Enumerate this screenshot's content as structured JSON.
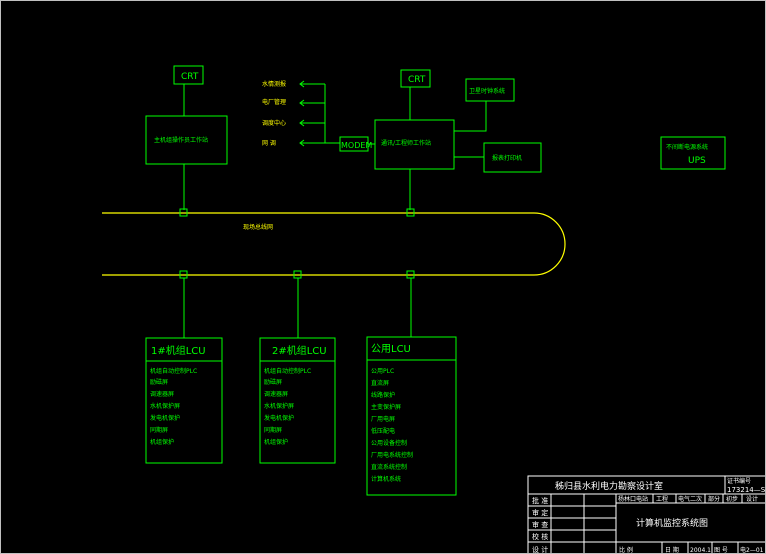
{
  "crt_left": "CRT",
  "crt_right": "CRT",
  "operator_station": "主机组操作员工作站",
  "engineer_station": "通讯/工程师工作站",
  "modem": "MODEM",
  "uplinks": [
    "水情测报",
    "电厂管理",
    "调度中心",
    "网 调"
  ],
  "gps": "卫星时钟系统",
  "printer": "报表打印机",
  "ups_title": "不间断电源系统",
  "ups": "UPS",
  "network": "现场总线网",
  "lcu_1": {
    "title": "1#机组LCU",
    "items": [
      "机组自动控制PLC",
      "励磁屏",
      "调速器屏",
      "水机保护屏",
      "发电机保护",
      "同期屏",
      "机组保护"
    ]
  },
  "lcu_2": {
    "title": "2#机组LCU",
    "items": [
      "机组自动控制PLC",
      "励磁屏",
      "调速器屏",
      "水机保护屏",
      "发电机保护",
      "同期屏",
      "机组保护"
    ]
  },
  "lcu_public": {
    "title": "公用LCU",
    "items": [
      "公用PLC",
      "直流屏",
      "线路保护",
      "主变保护屏",
      "厂用电屏",
      "低压配电",
      "公用设备控制",
      "厂用电系统控制",
      "直流系统控制",
      "计算机系统"
    ]
  },
  "title_block": {
    "institute": "秭归县水利电力勘察设计室",
    "cert_label": "证书编号",
    "cert_no": "173214—S",
    "roles": [
      "批 准",
      "审 定",
      "审 查",
      "校 核",
      "设 计"
    ],
    "project_row": [
      "杨林口电站",
      "工程",
      "电气二次",
      "部分",
      "初步",
      "设计"
    ],
    "drawing_title": "计算机监控系统图",
    "footer": [
      "比 例",
      "日 期",
      "2004.1",
      "图 号",
      "电2—01"
    ]
  }
}
